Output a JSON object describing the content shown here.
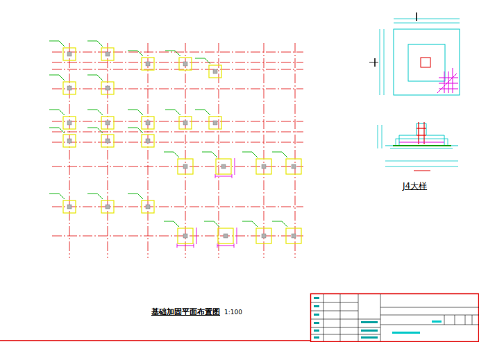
{
  "diagram": {
    "title": "基础加固平面布置图",
    "labels": [
      "1:100",
      "J4大样"
    ]
  }
}
